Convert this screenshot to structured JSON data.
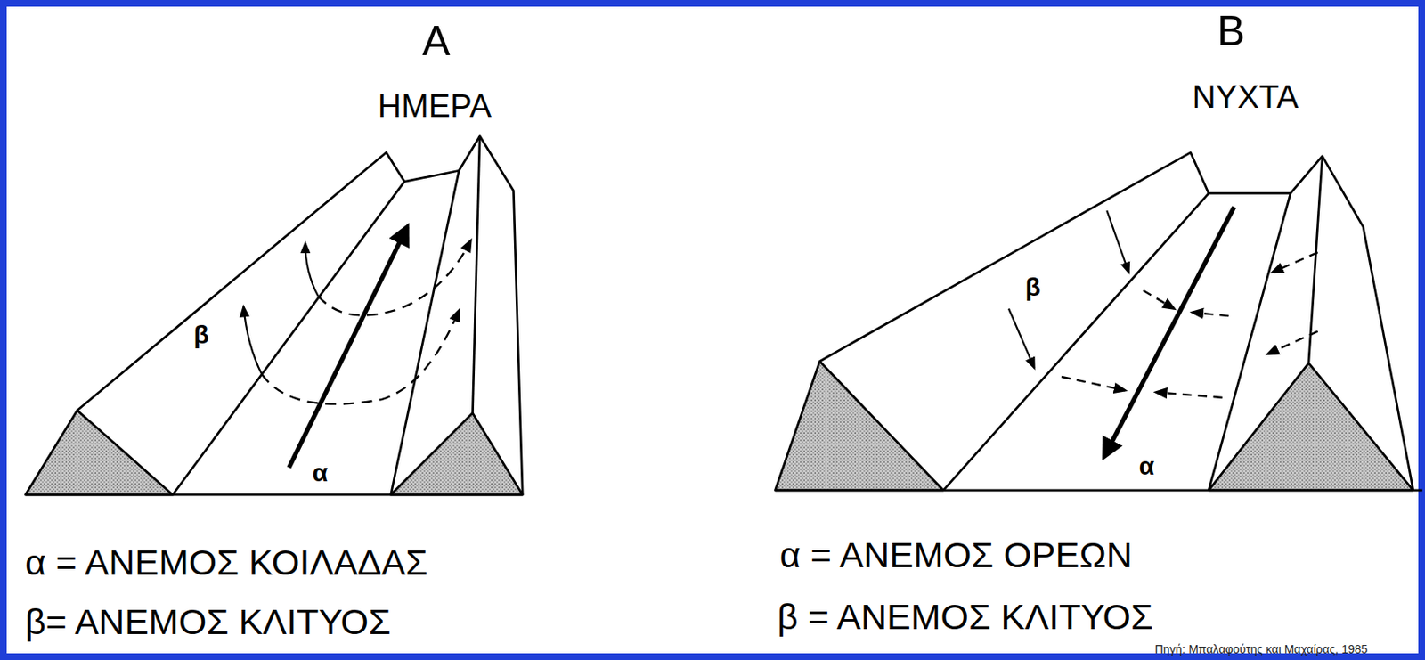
{
  "diagram": {
    "caption": "Πηγή: Μπαλαφούτης και Μαχαίρας, 1985",
    "labels": [
      "A",
      "ΗΜΕΡΑ",
      "β",
      "α",
      "α = ΑΝΕΜΟΣ ΚΟΙΛΑΔΑΣ",
      "β= ΑΝΕΜΟΣ ΚΛΙΤΥΟΣ",
      "B",
      "ΝΥΧΤΑ",
      "β",
      "α",
      "α = ΑΝΕΜΟΣ ΟΡΕΩΝ",
      "β = ΑΝΕΜΟΣ ΚΛΙΤΥΟΣ"
    ]
  }
}
